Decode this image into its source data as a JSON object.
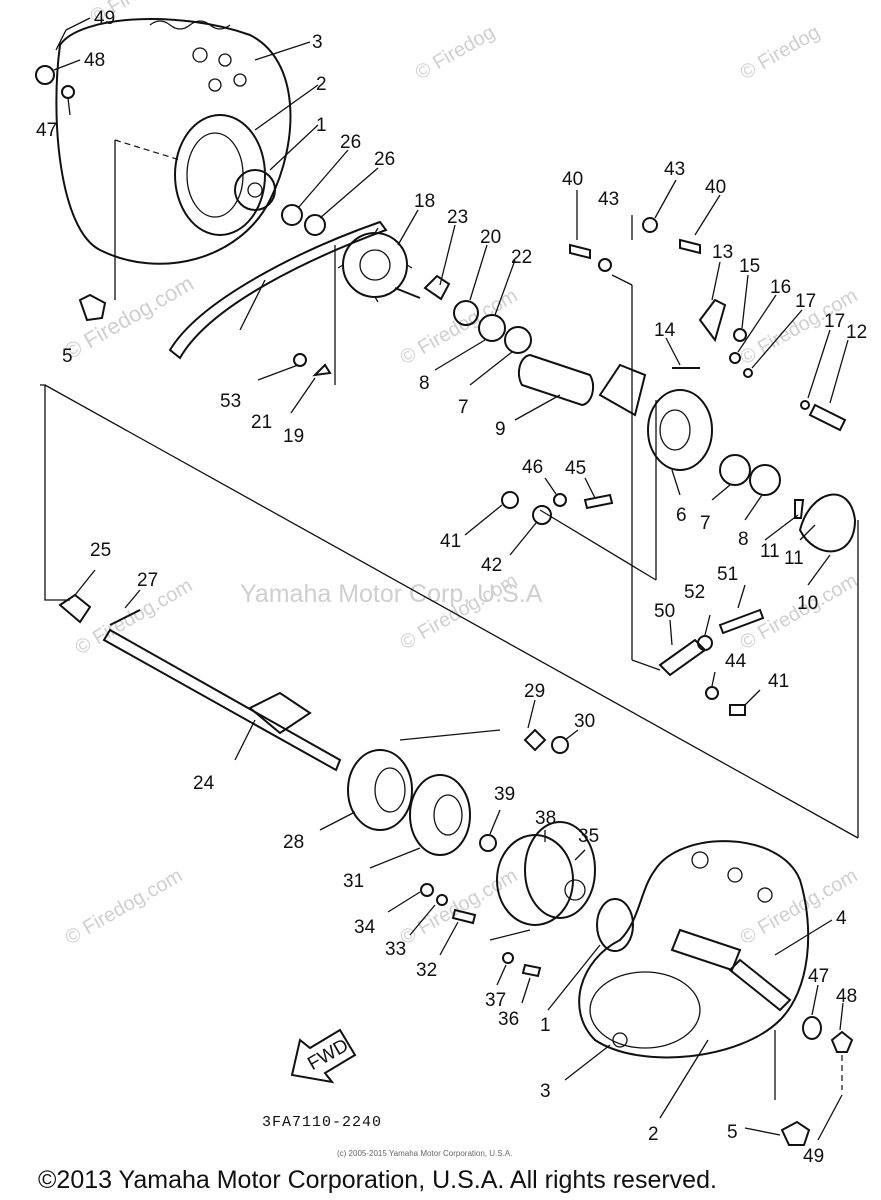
{
  "watermarks": {
    "site": "© Firedog",
    "site_dom": "© Firedog.com",
    "center": "Yamaha Motor Corp, U.S.A"
  },
  "diagram_code": "3FA7110-2240",
  "fwd_label": "FWD",
  "small_copyright": "(c) 2005-2015 Yamaha Motor Corporation, U.S.A.",
  "copyright": "©2013 Yamaha Motor Corporation, U.S.A. All rights reserved.",
  "parts": {
    "p49a": "49",
    "p48a": "48",
    "p47a": "47",
    "p3a": "3",
    "p2a": "2",
    "p1a": "1",
    "p26a": "26",
    "p26b": "26",
    "p5a": "5",
    "p18": "18",
    "p23": "23",
    "p20": "20",
    "p22": "22",
    "p8a": "8",
    "p7a": "7",
    "p9": "9",
    "p53": "53",
    "p21": "21",
    "p19": "19",
    "p40a": "40",
    "p43a": "43",
    "p43b": "43",
    "p40b": "40",
    "p13": "13",
    "p15": "15",
    "p16": "16",
    "p17a": "17",
    "p17b": "17",
    "p12": "12",
    "p14": "14",
    "p6": "6",
    "p7b": "7",
    "p8b": "8",
    "p11a": "11",
    "p11b": "11",
    "p10": "10",
    "p45": "45",
    "p46": "46",
    "p41a": "41",
    "p42": "42",
    "p25": "25",
    "p27": "27",
    "p52": "52",
    "p51": "51",
    "p50": "50",
    "p44": "44",
    "p41b": "41",
    "p29": "29",
    "p30": "30",
    "p24": "24",
    "p39": "39",
    "p38": "38",
    "p35": "35",
    "p28": "28",
    "p31": "31",
    "p4": "4",
    "p34": "34",
    "p33": "33",
    "p32": "32",
    "p47b": "47",
    "p48b": "48",
    "p37": "37",
    "p36": "36",
    "p1b": "1",
    "p3b": "3",
    "p2b": "2",
    "p5b": "5",
    "p49b": "49"
  }
}
